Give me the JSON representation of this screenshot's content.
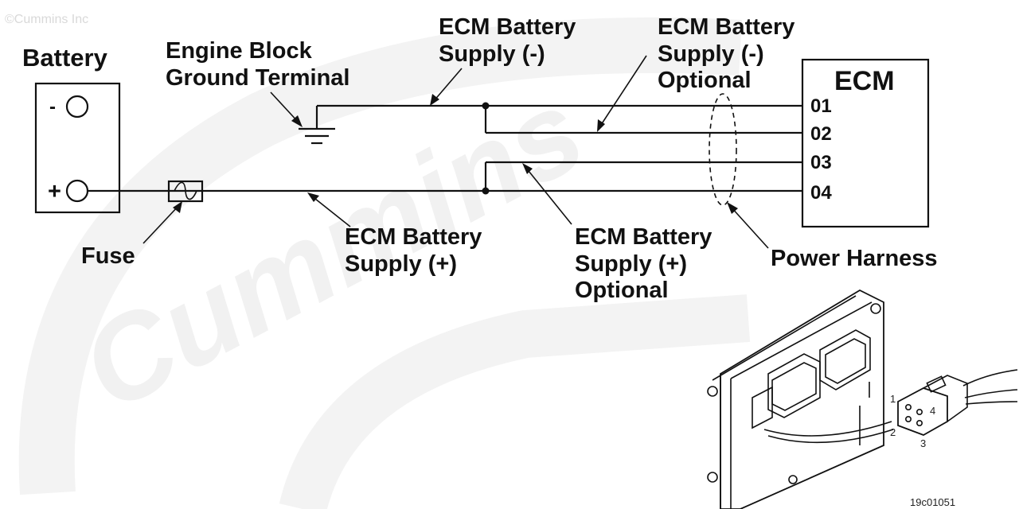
{
  "copyright": "©Cummins Inc",
  "watermark": "Cummins",
  "labels": {
    "battery": "Battery",
    "battery_neg": "-",
    "battery_pos": "+",
    "ground_terminal_line1": "Engine Block",
    "ground_terminal_line2": "Ground Terminal",
    "supply_neg_line1": "ECM Battery",
    "supply_neg_line2": "Supply (-)",
    "supply_neg_opt_line1": "ECM Battery",
    "supply_neg_opt_line2": "Supply (-)",
    "supply_neg_opt_line3": "Optional",
    "ecm": "ECM",
    "fuse": "Fuse",
    "supply_pos_line1": "ECM Battery",
    "supply_pos_line2": "Supply (+)",
    "supply_pos_opt_line1": "ECM Battery",
    "supply_pos_opt_line2": "Supply (+)",
    "supply_pos_opt_line3": "Optional",
    "power_harness": "Power Harness"
  },
  "ecm_pins": [
    "01",
    "02",
    "03",
    "04"
  ],
  "connector_pins": [
    "1",
    "2",
    "3",
    "4"
  ],
  "figure_id": "19c01051"
}
